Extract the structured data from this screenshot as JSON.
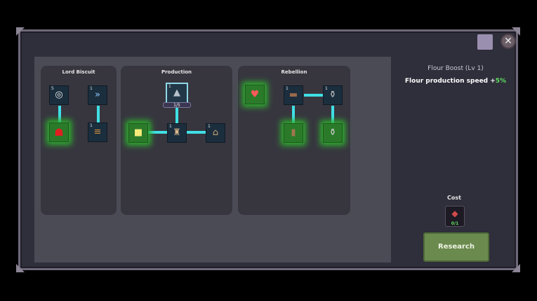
{
  "close_label": "✕",
  "branches": [
    {
      "title": "Lord Biscuit"
    },
    {
      "title": "Production"
    },
    {
      "title": "Rebellion"
    }
  ],
  "nodes": {
    "lord_top_left": {
      "level": "5",
      "icon": "◎",
      "icon_name": "stopwatch-icon"
    },
    "lord_top_right": {
      "level": "1",
      "icon": "»",
      "icon_name": "speed-arrows-icon"
    },
    "lord_bottom_left": {
      "level": "",
      "icon": "☗",
      "icon_name": "red-lord-icon"
    },
    "lord_bottom_right": {
      "level": "1",
      "icon": "≡",
      "icon_name": "bread-pile-icon"
    },
    "prod_top": {
      "level": "1",
      "icon": "▲",
      "icon_name": "flour-sack-icon",
      "progress": "1/5"
    },
    "prod_left": {
      "level": "",
      "icon": "■",
      "icon_name": "butter-block-icon"
    },
    "prod_mid": {
      "level": "1",
      "icon": "♜",
      "icon_name": "worker-icon"
    },
    "prod_right": {
      "level": "1",
      "icon": "⌂",
      "icon_name": "anvil-icon"
    },
    "reb_heart": {
      "level": "",
      "icon": "♥",
      "icon_name": "heart-icon"
    },
    "reb_top_mid": {
      "level": "1",
      "icon": "▬",
      "icon_name": "plank-icon"
    },
    "reb_top_right": {
      "level": "1",
      "icon": "⚱",
      "icon_name": "mortar-icon"
    },
    "reb_bottom_mid": {
      "level": "",
      "icon": "▮",
      "icon_name": "board-icon"
    },
    "reb_bottom_right": {
      "level": "",
      "icon": "⚱",
      "icon_name": "grinder-icon"
    }
  },
  "info": {
    "title": "Flour Boost (Lv 1)",
    "desc_prefix": "Flour production speed +",
    "desc_pct": "5%"
  },
  "cost": {
    "label": "Cost",
    "amount": "0/1",
    "icon_name": "meat-icon"
  },
  "research_label": "Research",
  "colors": {
    "link": "#3fe0e6",
    "glow": "#2fae2f",
    "research_button": "#6b8a4e",
    "bonus_text": "#5fe05f"
  }
}
